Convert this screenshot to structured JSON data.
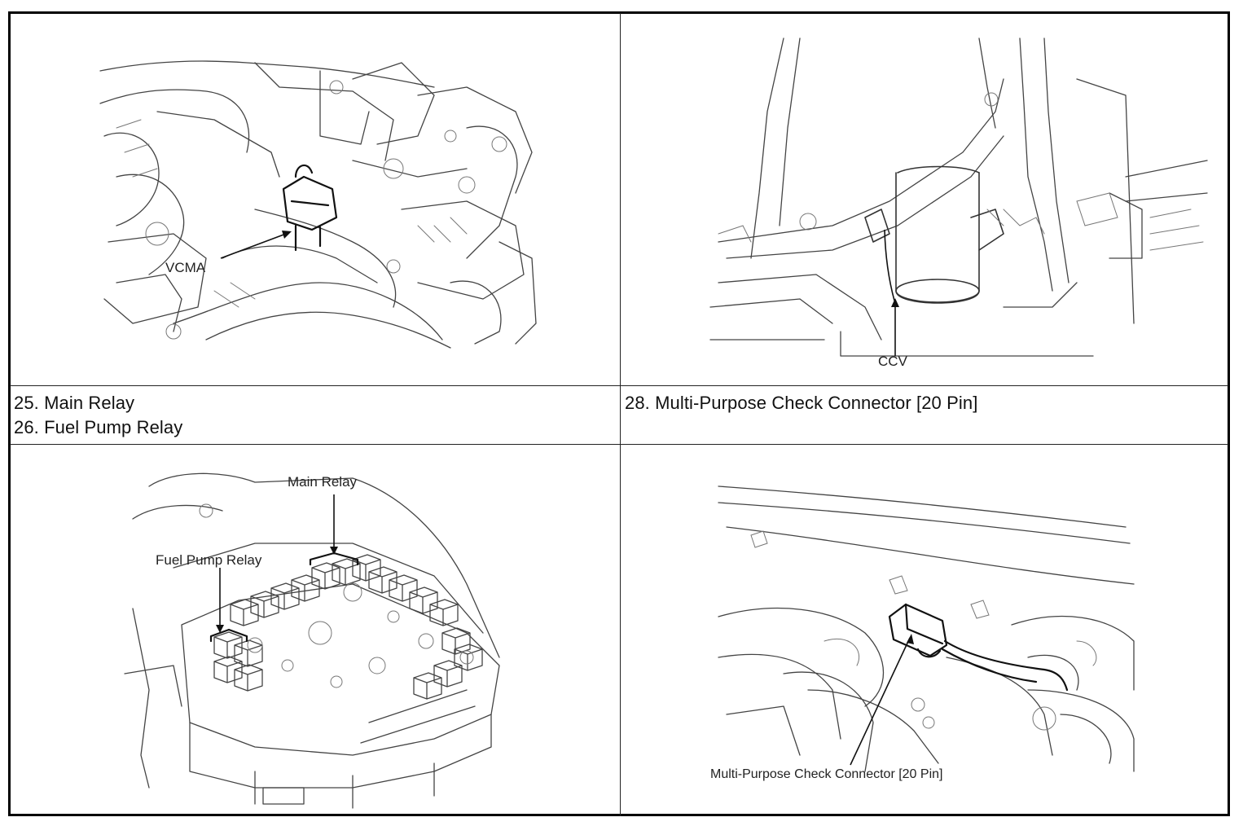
{
  "captions": {
    "left": [
      "25. Main Relay",
      "26. Fuel Pump Relay"
    ],
    "right": [
      "28. Multi-Purpose Check Connector [20 Pin]"
    ]
  },
  "figures": {
    "vcma": {
      "label": "VCMA"
    },
    "ccv": {
      "label": "CCV"
    },
    "relays": {
      "main_label": "Main Relay",
      "fuel_label": "Fuel Pump Relay"
    },
    "connector": {
      "label": "Multi-Purpose Check Connector [20 Pin]"
    }
  }
}
